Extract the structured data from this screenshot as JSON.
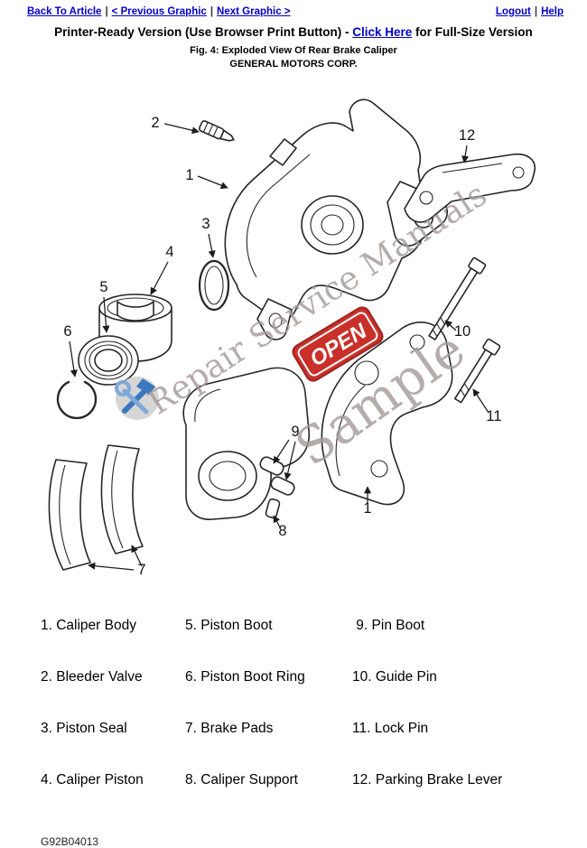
{
  "nav": {
    "back_to_article": "Back To Article",
    "previous_graphic": "< Previous Graphic",
    "next_graphic": "Next Graphic >",
    "logout": "Logout",
    "help": "Help",
    "separator": "|"
  },
  "header": {
    "printer_prefix": "Printer-Ready Version (Use Browser Print Button) - ",
    "full_size_link": "Click Here",
    "printer_suffix": " for Full-Size Version",
    "figure_caption": "Fig. 4: Exploded View Of Rear Brake Caliper",
    "manufacturer": "GENERAL MOTORS CORP."
  },
  "diagram": {
    "callouts": [
      "1",
      "2",
      "3",
      "4",
      "5",
      "6",
      "7",
      "8",
      "9",
      "10",
      "11",
      "12"
    ],
    "watermark_line1": "Repair Service Manuals",
    "watermark_line2": "Sample",
    "open_sign_text": "OPEN",
    "colors": {
      "link_blue": "#0000c8",
      "watermark_gray": "#a59a9a",
      "open_red": "#c9302a",
      "tool_blue": "#3b78bd"
    }
  },
  "legend": {
    "columns": [
      {
        "items": [
          "1. Caliper Body",
          "2. Bleeder Valve",
          "3. Piston Seal",
          "4. Caliper Piston"
        ]
      },
      {
        "items": [
          "5. Piston Boot",
          "6. Piston Boot Ring",
          "7. Brake Pads",
          "8. Caliper Support"
        ]
      },
      {
        "items": [
          " 9. Pin Boot",
          "10. Guide Pin",
          "11. Lock Pin",
          "12. Parking Brake Lever"
        ]
      }
    ]
  },
  "footer": {
    "figure_id": "G92B04013"
  }
}
